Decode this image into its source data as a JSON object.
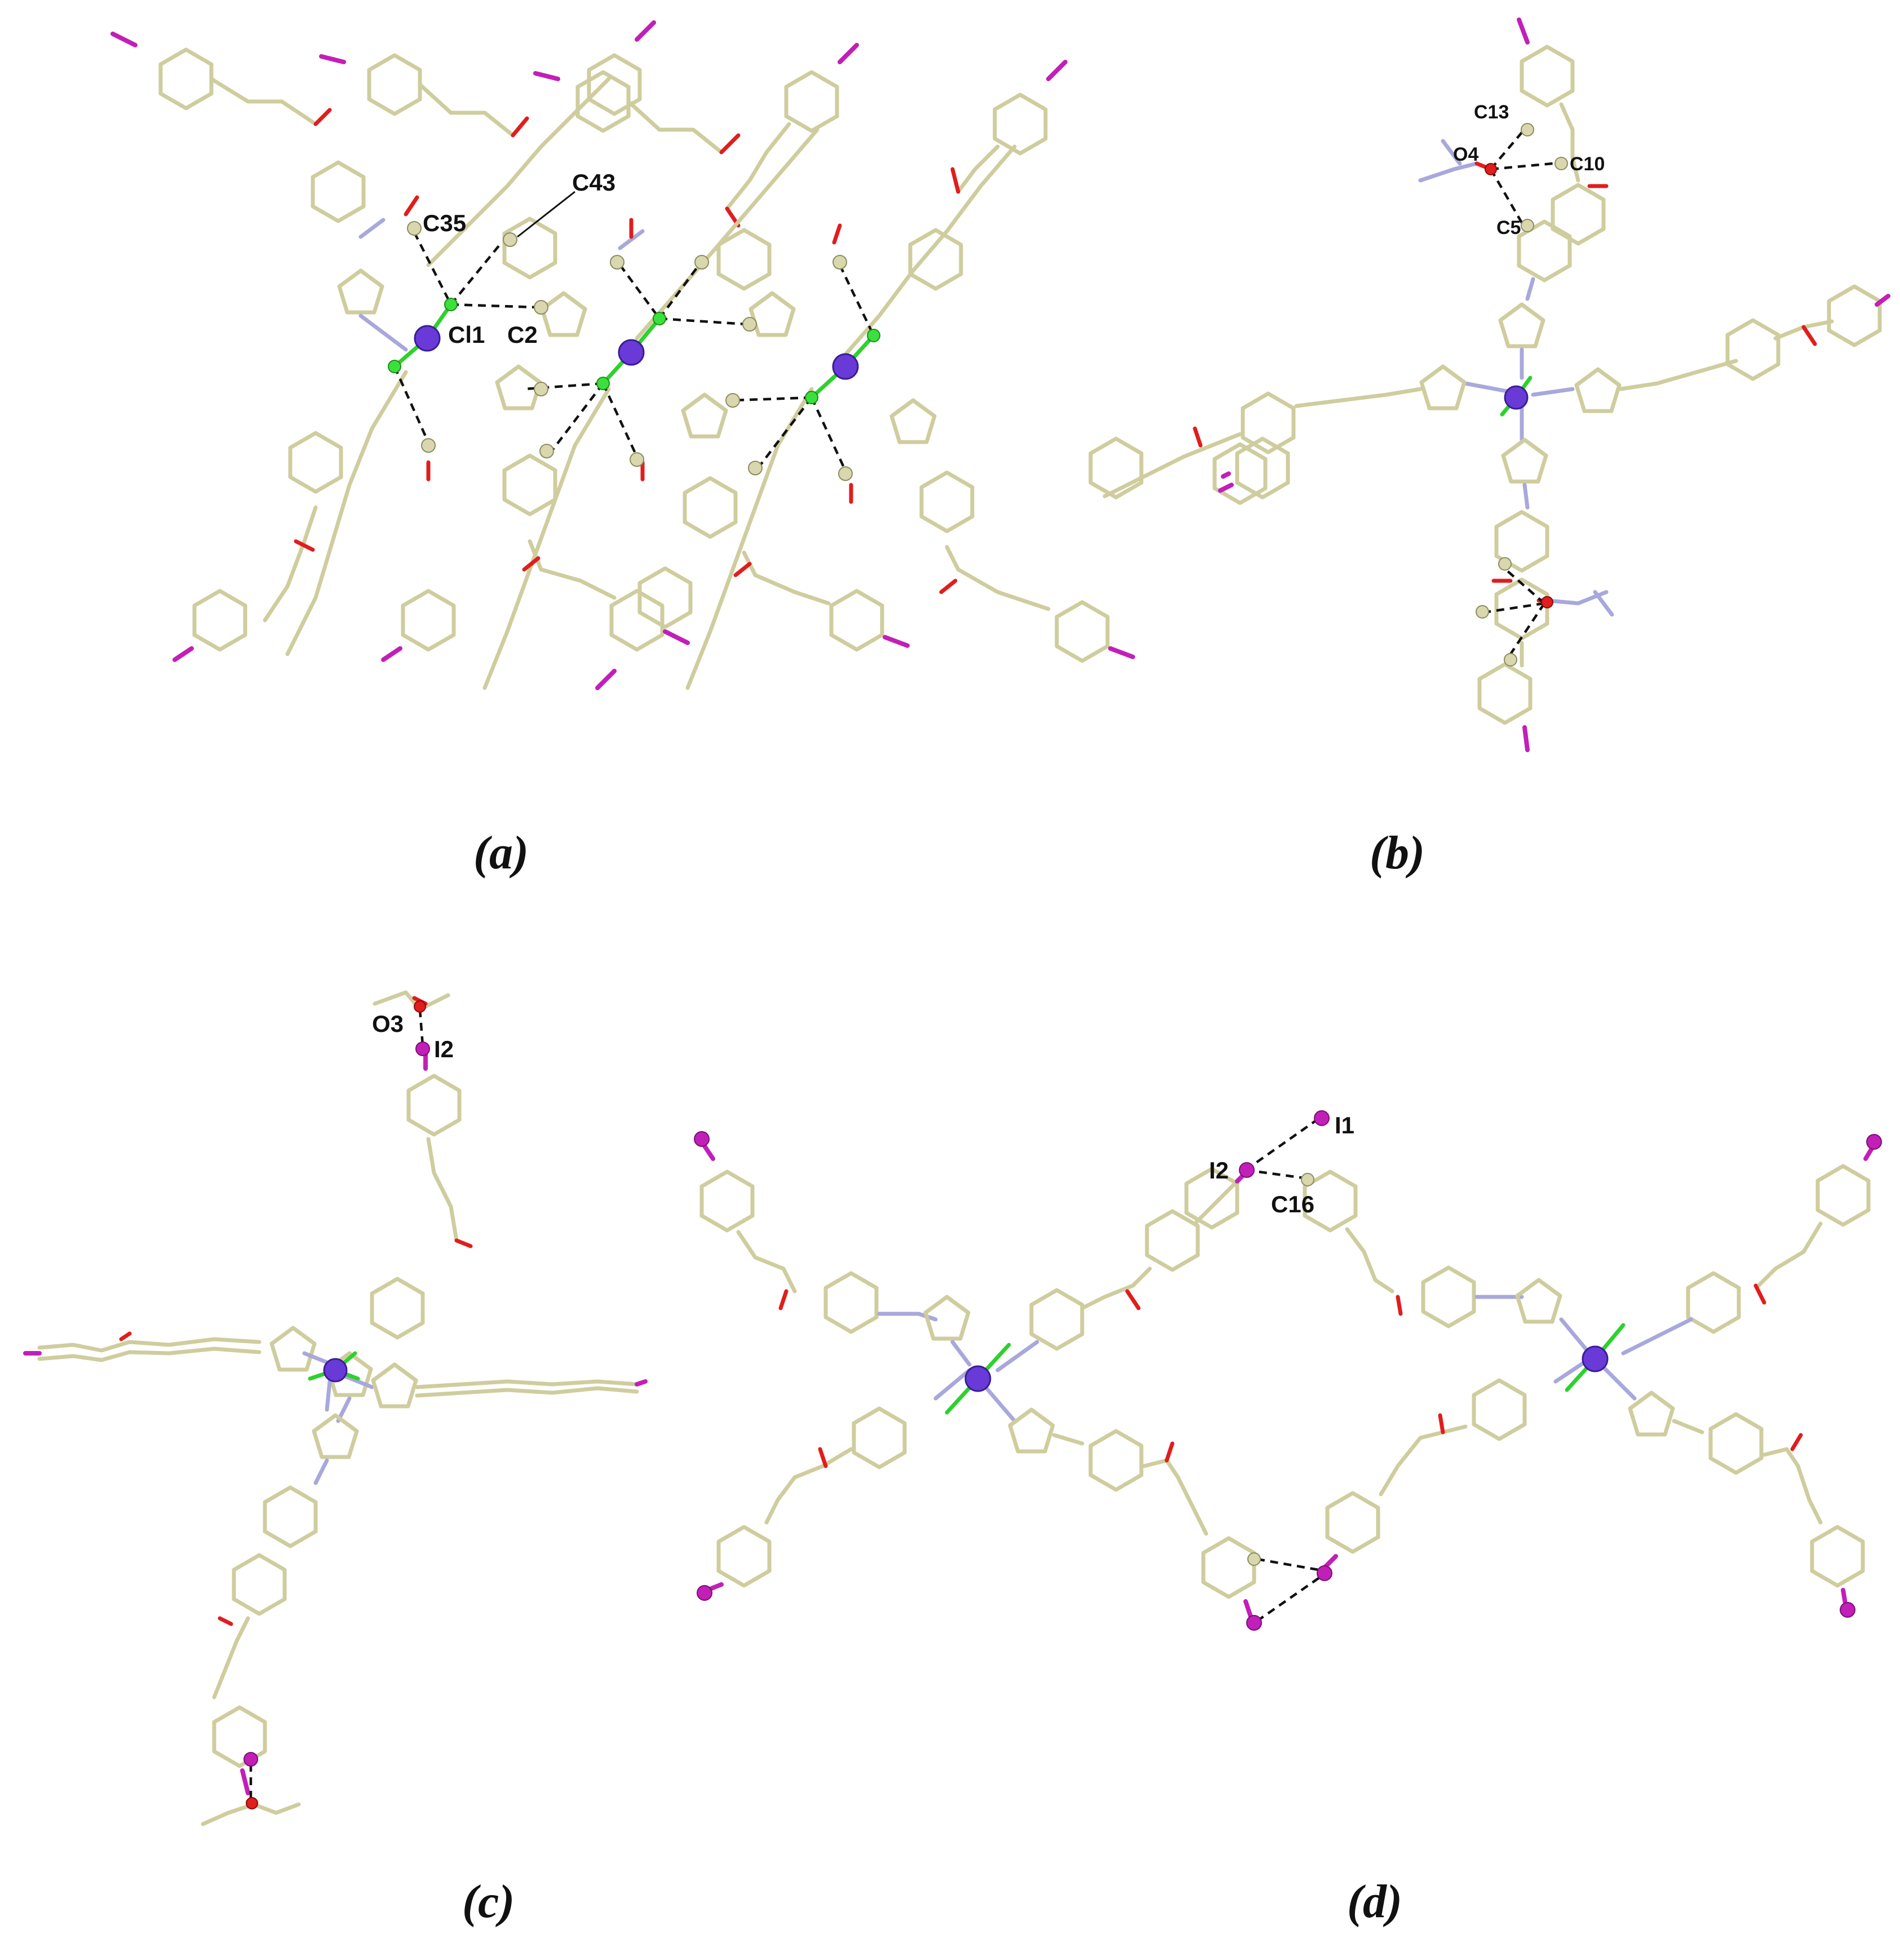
{
  "panels": [
    {
      "id": "a",
      "caption": "(a)",
      "atom_labels": [
        "C35",
        "C43",
        "Cl1",
        "C2"
      ]
    },
    {
      "id": "b",
      "caption": "(b)",
      "atom_labels": [
        "C13",
        "O4",
        "C10",
        "C5"
      ]
    },
    {
      "id": "c",
      "caption": "(c)",
      "atom_labels": [
        "O3",
        "I2"
      ]
    },
    {
      "id": "d",
      "caption": "(d)",
      "atom_labels": [
        "I1",
        "I2",
        "C16"
      ]
    }
  ],
  "colors": {
    "carbon": "#cfcd9e",
    "nitrogen": "#a8a8dc",
    "oxygen": "#e11d1d",
    "iodine": "#c21fb8",
    "chlorine": "#2ed12e",
    "metal": "#6a3ad8",
    "hydrogen": "#e8e8e8",
    "contact_line": "#111111"
  }
}
